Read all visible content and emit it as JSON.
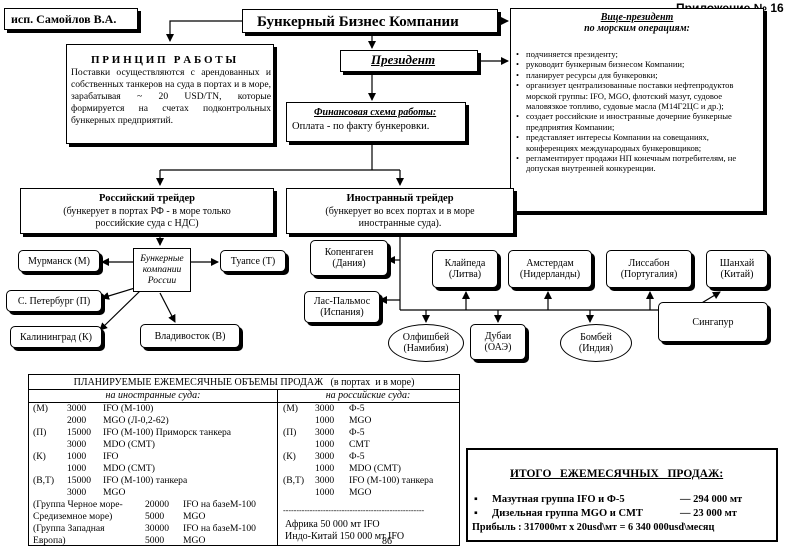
{
  "appendix": "Приложение № 16",
  "author": "исп. Самойлов В.А.",
  "title": "Бункерный Бизнес Компании",
  "principles": {
    "heading": "П Р И Н Ц И П   Р А Б О Т Ы",
    "text": "Поставки осуществляются с арендованных и собственных танкеров на суда в портах и в море, зарабатывая ~ 20 USD/TN, которые формируется на счетах подконтрольных бункерных предприятий."
  },
  "president": "Президент",
  "vp": {
    "title": "Вице-президент",
    "subtitle": "по морским операциям:",
    "items": [
      "подчиняется президенту;",
      "руководит бункерным бизнесом Компании;",
      "планирует ресурсы для бункеровки;",
      "организует централизованные поставки нефтепродуктов морской группы: IFO, MGO, флотский мазут, судовое маловязкое топливо, судовые масла (М14Г2ЦС и др.);",
      "создает российские и иностранные дочерние бункерные предприятия Компании;",
      "представляет интересы Компании на совещаниях, конференциях международных бункеровщиков;",
      "регламентирует продажи НП конечным потребителям, не допуская внутренней конкуренции."
    ]
  },
  "finance": {
    "title": "Финансовая схема работы:",
    "text": "Оплата - по факту  бункеровки."
  },
  "ru_trader": {
    "title": "Российский трейдер",
    "text": "(бункерует в портах РФ - в море только российские суда с НДС)"
  },
  "foreign_trader": {
    "title": "Иностранный трейдер",
    "text": "(бункерует во всех портах и в море иностранные суда)."
  },
  "ru_company": [
    "Бункерные",
    "компании",
    "России"
  ],
  "ru_ports": {
    "murmansk": "Мурманск (М)",
    "tuapse": "Туапсе (Т)",
    "spb": "С. Петербург (П)",
    "kaliningrad": "Калининград (К)",
    "vladivostok": "Владивосток (В)"
  },
  "foreign_ports": {
    "copenhagen": [
      "Копенгаген",
      "(Дания)"
    ],
    "klaipeda": [
      "Клайпеда",
      "(Литва)"
    ],
    "amsterdam": [
      "Амстердам",
      "(Нидерланды)"
    ],
    "lisbon": [
      "Лиссабон",
      "(Португалия)"
    ],
    "shanghai": [
      "Шанхай",
      "(Китай)"
    ],
    "laspalmas": [
      "Лас-Пальмос",
      "(Испания)"
    ],
    "walvis": [
      "Олфишбей",
      "(Намибия)"
    ],
    "dubai": [
      "Дубаи",
      "(ОАЭ)"
    ],
    "bombay": [
      "Бомбей",
      "(Индия)"
    ],
    "singapore": "Сингапур"
  },
  "plan": {
    "title": "ПЛАНИРУЕМЫЕ ЕЖЕМЕСЯЧНЫЕ ОБЪЕМЫ ПРОДАЖ   (в портах  и в море)",
    "foreign_header": "на иностранные суда:",
    "russian_header": "на российские суда:",
    "foreign_rows": [
      [
        "(М)",
        "3000",
        "IFO (М-100)"
      ],
      [
        "",
        "2000",
        "MGO (Л-0,2-62)"
      ],
      [
        "(П)",
        "15000",
        "IFO (М-100) Приморск танкера"
      ],
      [
        "",
        "3000",
        "MDO (СМТ)"
      ],
      [
        "(К)",
        "1000",
        "IFO"
      ],
      [
        "",
        "1000",
        "MDO (СМТ)"
      ],
      [
        "(В,Т)",
        "15000",
        "IFO (М-100) танкера"
      ],
      [
        "",
        "3000",
        "MGO"
      ]
    ],
    "foreign_extra": [
      [
        "(Группа Черное море-",
        "20000",
        "IFO на базеМ-100"
      ],
      [
        "Средиземное море)",
        "5000",
        "MGO"
      ],
      [
        "(Группа Западная",
        "30000",
        "IFO на базеМ-100"
      ],
      [
        "Европа)",
        "5000",
        "MGO"
      ]
    ],
    "russian_rows": [
      [
        "(М)",
        "3000",
        "Ф-5"
      ],
      [
        "",
        "1000",
        "MGO"
      ],
      [
        "(П)",
        "3000",
        "Ф-5"
      ],
      [
        "",
        "1000",
        "СМТ"
      ],
      [
        "(К)",
        "3000",
        "Ф-5"
      ],
      [
        "",
        "1000",
        "MDO (СМТ)"
      ],
      [
        "(В,Т)",
        "3000",
        "IFO (М-100) танкера"
      ],
      [
        "",
        "1000",
        "MGO"
      ]
    ],
    "dashes": "-----------------------------------------------------",
    "africa": "Африка  50 000 мт IFO",
    "indochina": "Индо-Китай  150 000 мт IFO"
  },
  "totals": {
    "heading": "ИТОГО   ЕЖЕМЕСЯЧНЫХ   ПРОДАЖ:",
    "fuel_label": "Мазутная группа IFO и Ф-5",
    "fuel_value": "— 294 000  мт",
    "diesel_label": "Дизельная группа MGO и СМТ",
    "diesel_value": "— 23 000  мт",
    "profit": "Прибыль : 317000мт х 20usd\\мт = 6 340 000usd\\месяц"
  },
  "page_number": "86"
}
